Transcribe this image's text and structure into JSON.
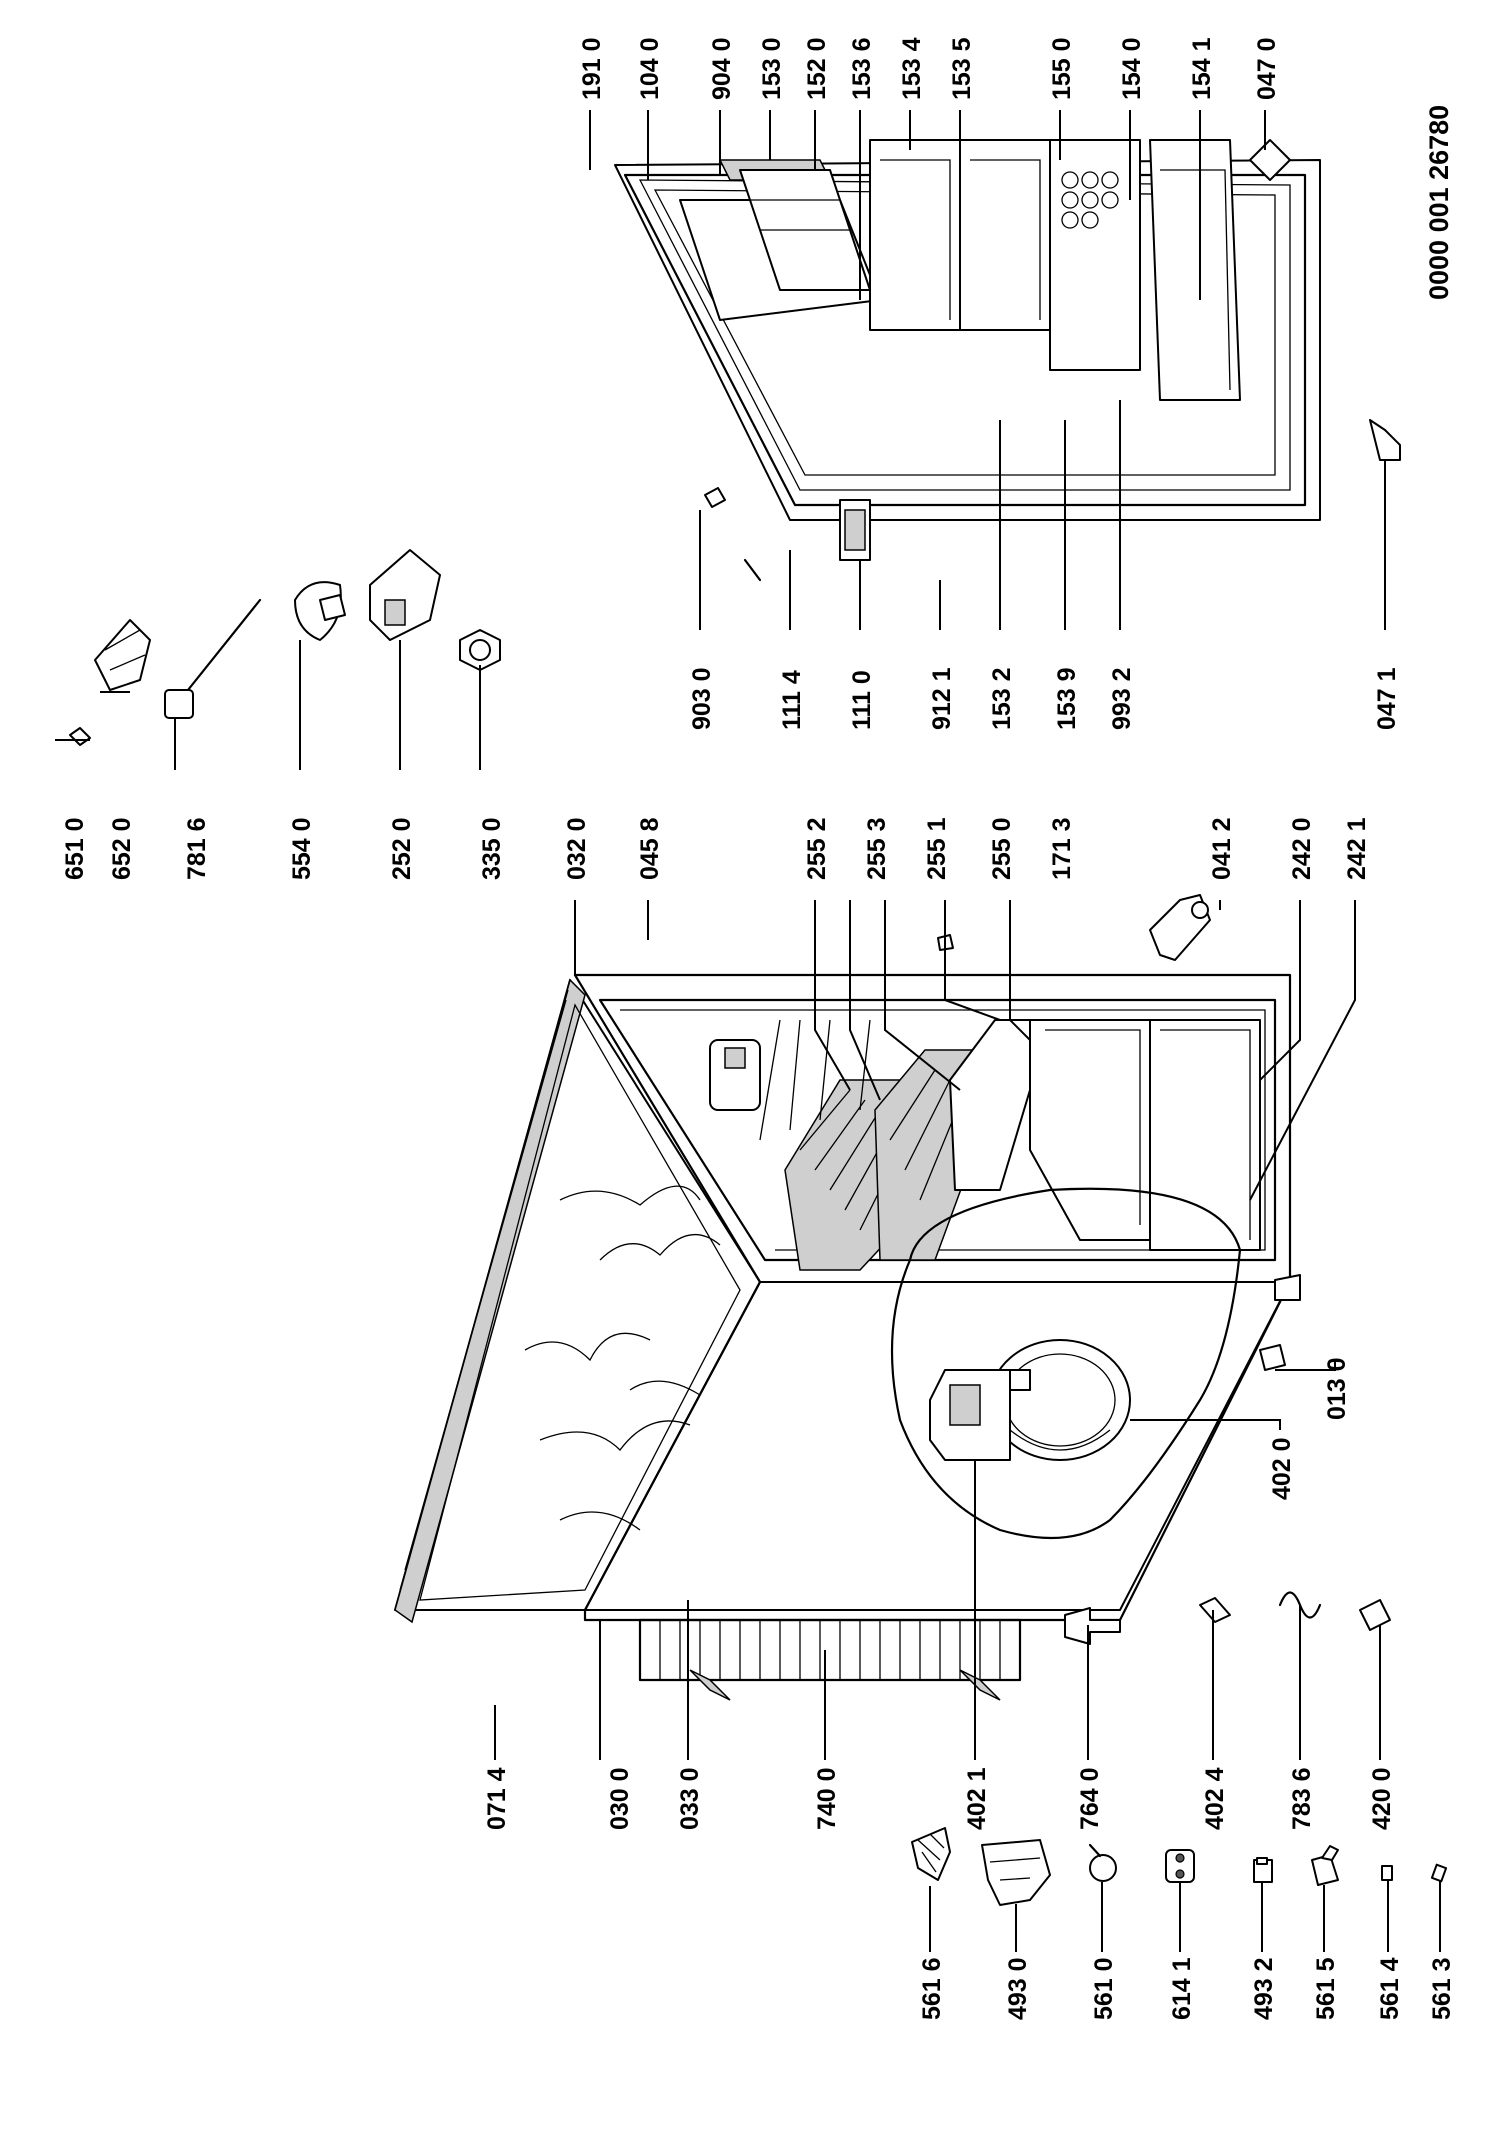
{
  "parts": {
    "p5616": "561 6",
    "p4930": "493 0",
    "p5610": "561 0",
    "p6141": "614 1",
    "p4932": "493 2",
    "p5615": "561 5",
    "p5614": "561 4",
    "p5613": "561 3",
    "p0714": "071 4",
    "p0300": "030 0",
    "p0330": "033 0",
    "p7400": "740 0",
    "p4021": "402 1",
    "p7640": "764 0",
    "p4024": "402 4",
    "p7836": "783 6",
    "p4200": "420 0",
    "p4020": "402 0",
    "p0130": "013 0",
    "p6510": "651 0",
    "p6520": "652 0",
    "p7816": "781 6",
    "p5540": "554 0",
    "p2520": "252 0",
    "p3350": "335 0",
    "p0320": "032 0",
    "p0458": "045 8",
    "p2552": "255 2",
    "p2553": "255 3",
    "p2551": "255 1",
    "p2550": "255 0",
    "p1713": "171 3",
    "p0412": "041 2",
    "p2420": "242 0",
    "p2421": "242 1",
    "p9030": "903 0",
    "p1114": "111 4",
    "p1110": "111 0",
    "p9121": "912 1",
    "p1532": "153 2",
    "p1539": "153 9",
    "p9932": "993 2",
    "p0471": "047 1",
    "p1910": "191 0",
    "p1040": "104 0",
    "p9040": "904 0",
    "p1530": "153 0",
    "p1520": "152 0",
    "p1536": "153 6",
    "p1534": "153 4",
    "p1535": "153 5",
    "p1550": "155 0",
    "p1540": "154 0",
    "p1541": "154 1",
    "p0470": "047 0"
  },
  "document_number": "0000 001 26780"
}
